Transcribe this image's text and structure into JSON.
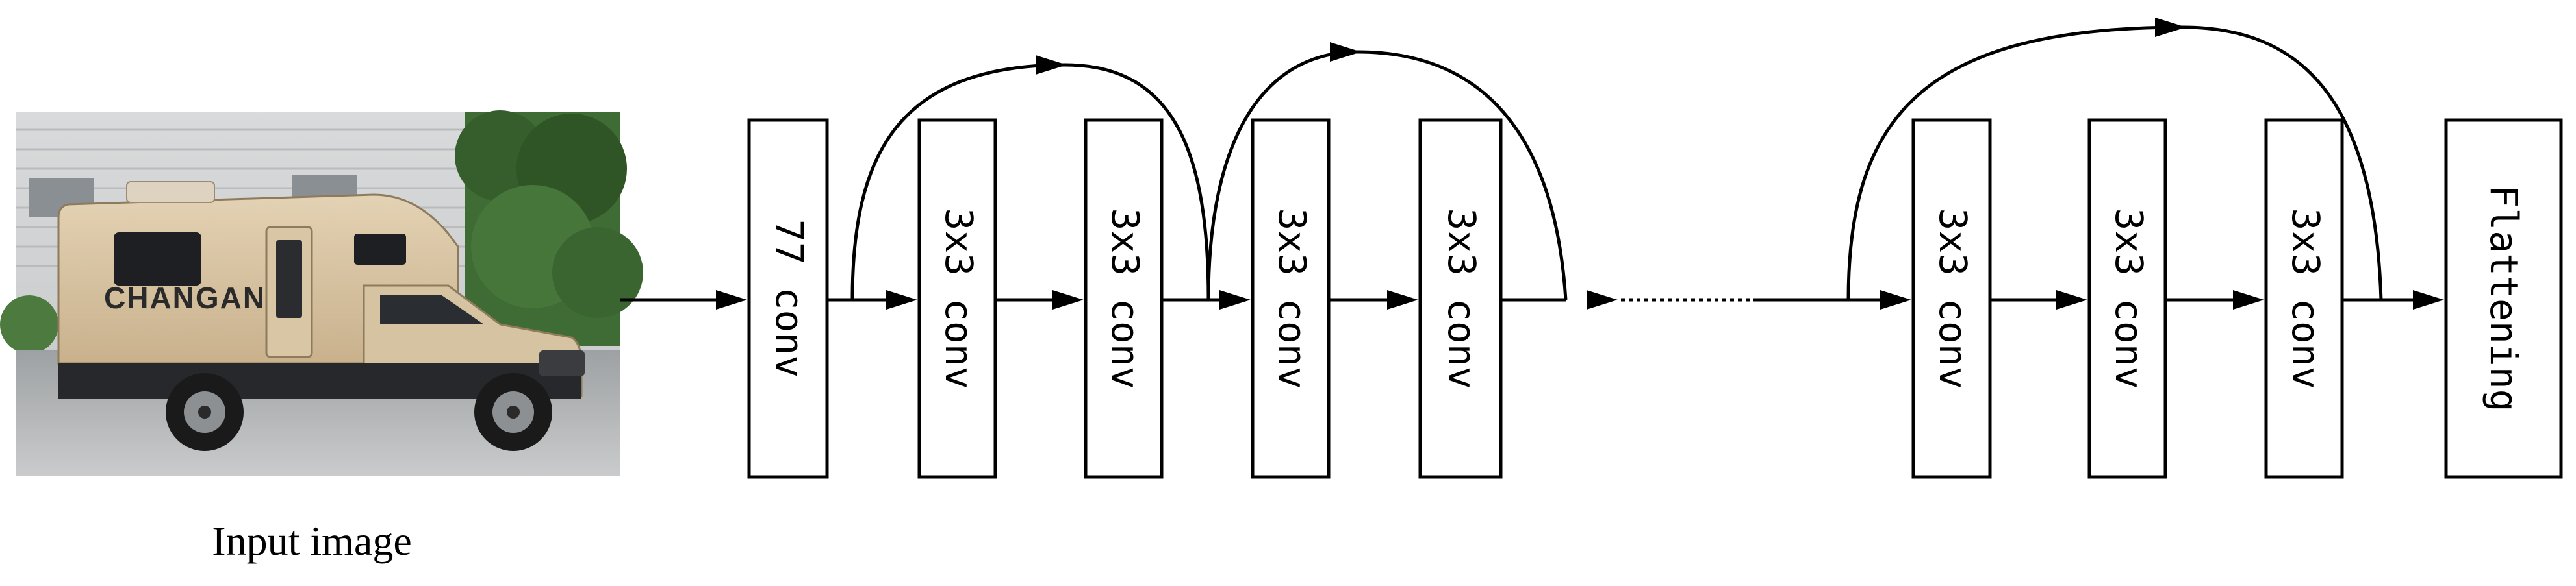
{
  "input": {
    "caption": "Input image",
    "logo_text": "CHANGAN"
  },
  "blocks": [
    {
      "label": "77 conv"
    },
    {
      "label": "3x3 conv"
    },
    {
      "label": "3x3 conv"
    },
    {
      "label": "3x3 conv"
    },
    {
      "label": "3x3 conv"
    },
    {
      "label": "3x3 conv"
    },
    {
      "label": "3x3 conv"
    },
    {
      "label": "3x3 conv"
    },
    {
      "label": "Flattening"
    }
  ],
  "colors": {
    "stroke": "#000000",
    "background": "#ffffff"
  }
}
